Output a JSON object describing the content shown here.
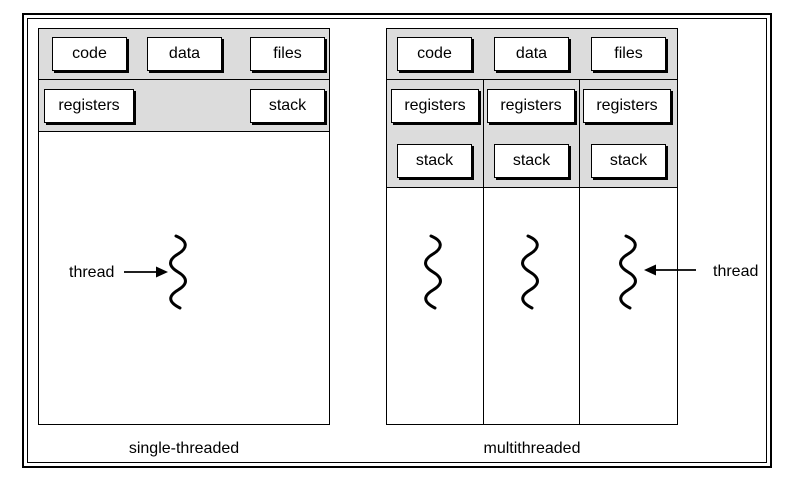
{
  "single": {
    "code": "code",
    "data": "data",
    "files": "files",
    "registers": "registers",
    "stack": "stack",
    "thread_label": "thread",
    "caption": "single-threaded"
  },
  "multi": {
    "code": "code",
    "data": "data",
    "files": "files",
    "threads": [
      {
        "registers": "registers",
        "stack": "stack"
      },
      {
        "registers": "registers",
        "stack": "stack"
      },
      {
        "registers": "registers",
        "stack": "stack"
      }
    ],
    "thread_label": "thread",
    "caption": "multithreaded"
  }
}
